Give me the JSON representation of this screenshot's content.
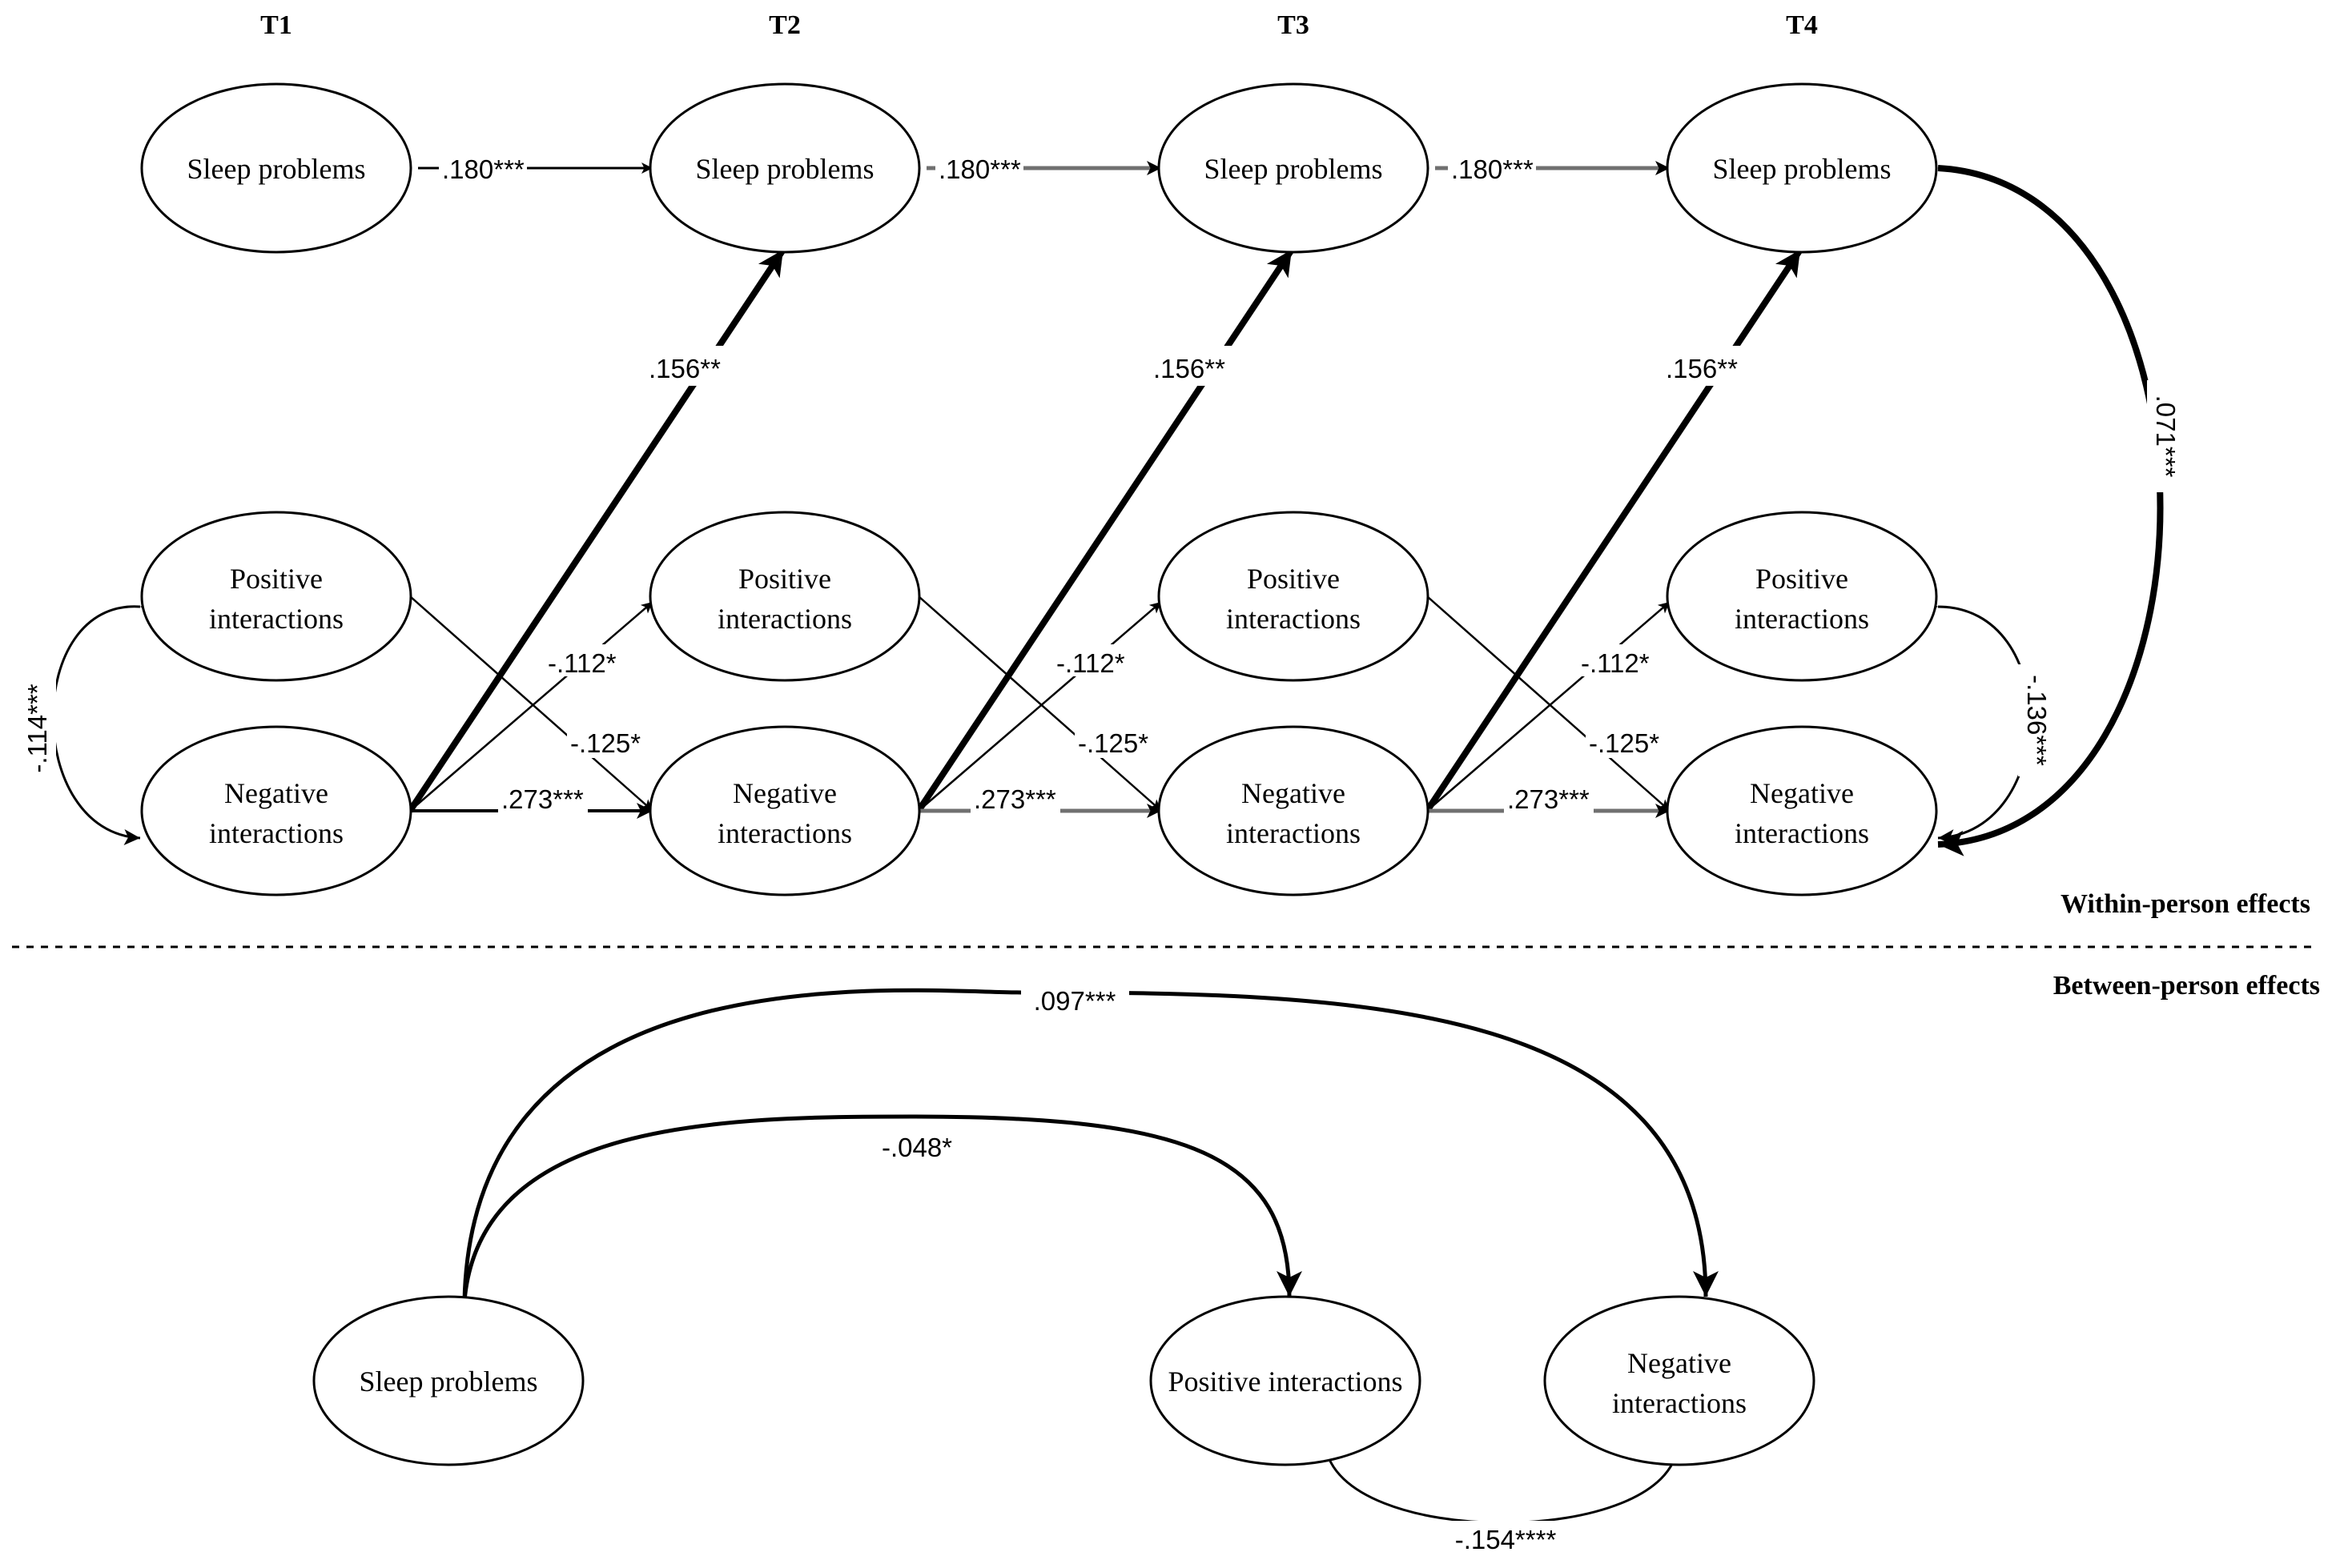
{
  "time_points": [
    "T1",
    "T2",
    "T3",
    "T4"
  ],
  "nodes": {
    "sleep": "Sleep problems",
    "positive": [
      "Positive",
      "interactions"
    ],
    "negative": [
      "Negative",
      "interactions"
    ],
    "between_sleep": "Sleep problems",
    "between_positive": "Positive interactions",
    "between_negative": [
      "Negative",
      "interactions"
    ]
  },
  "coefficients": {
    "sleep_autoregressive": ".180***",
    "negative_to_sleep": ".156**",
    "negative_to_positive": "-.112*",
    "positive_to_negative": "-.125*",
    "negative_autoregressive": ".273***",
    "t1_pos_neg_cov": "-.114***",
    "t4_pos_neg_cov": "-.136***",
    "t4_sleep_neg_cov": ".071***",
    "between_sleep_neg": ".097***",
    "between_sleep_pos": "-.048*",
    "between_pos_neg": "-.154****"
  },
  "sections": {
    "within": "Within-person effects",
    "between": "Between-person effects"
  }
}
